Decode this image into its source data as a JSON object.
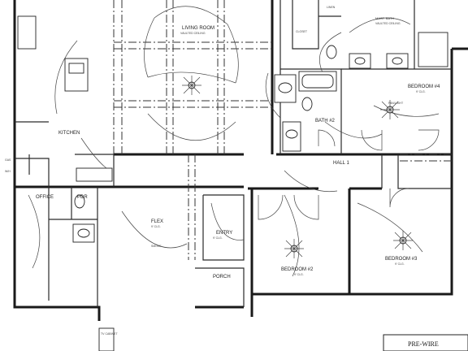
{
  "rooms": {
    "living_room": {
      "name": "LIVING ROOM",
      "note": "VAULTED CEILING"
    },
    "master_bath": {
      "name": "MAST. BATH",
      "note": "VAULTED CEILING"
    },
    "bedroom4": {
      "name": "BEDROOM #4",
      "note": "9' CLG."
    },
    "bath2": {
      "name": "BATH #2"
    },
    "hall1": {
      "name": "HALL 1"
    },
    "kitchen": {
      "name": "KITCHEN"
    },
    "office": {
      "name": "OFFICE"
    },
    "pdr": {
      "name": "PDR"
    },
    "flex": {
      "name": "FLEX",
      "note": "9' CLG."
    },
    "entry": {
      "name": "ENTRY",
      "note": "9' CLG."
    },
    "porch": {
      "name": "PORCH"
    },
    "bedroom2": {
      "name": "BEDROOM #2",
      "note": "9' CLG."
    },
    "bedroom3": {
      "name": "BEDROOM #3",
      "note": "9' CLG."
    }
  },
  "labels": {
    "linen": "LINEN",
    "closet": "CLOSET",
    "gas": "GAS",
    "wh": "W/H",
    "smoke": "SMOKE",
    "fan": "FAN/LIGHT",
    "cabinet": "TV CABINET"
  },
  "title_block": {
    "text": "PRE-WIRE"
  }
}
